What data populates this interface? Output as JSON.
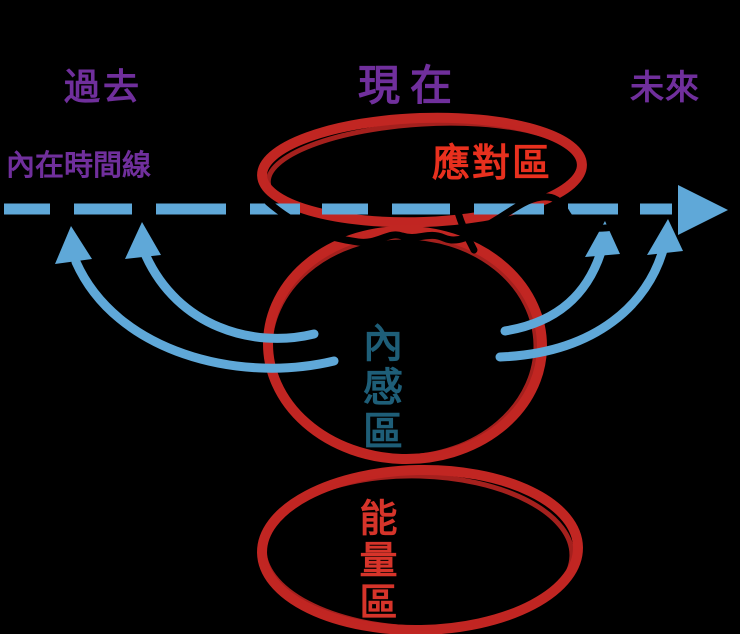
{
  "diagram": {
    "type": "hand-drawn timeline zones diagram",
    "time_labels": {
      "past": "過去",
      "present": "現在",
      "future": "未來"
    },
    "timeline_label": "內在時間線",
    "zones": [
      {
        "id": "coping",
        "label": "應對區",
        "text_color": "#e8301e",
        "orientation": "horizontal",
        "position": "top-ellipse"
      },
      {
        "id": "inner-sense",
        "label": "內感區",
        "text_color": "#1e5e78",
        "orientation": "vertical",
        "position": "middle-ellipse"
      },
      {
        "id": "energy",
        "label": "能量區",
        "text_color": "#d6342a",
        "orientation": "vertical",
        "position": "bottom-ellipse"
      }
    ],
    "colors": {
      "background": "#000000",
      "ellipse_stroke": "#c12622",
      "dashed_line": "#5fa8d8",
      "arrows": "#5fa8d8",
      "time_text": "#702f9c",
      "squiggle": "#000000"
    }
  }
}
